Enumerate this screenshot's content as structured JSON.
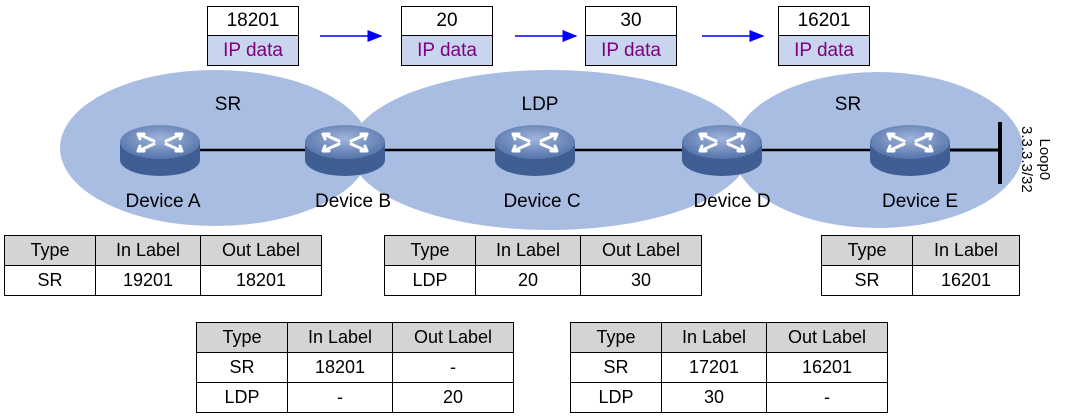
{
  "domains": [
    {
      "id": "left",
      "label": "SR"
    },
    {
      "id": "middle",
      "label": "LDP"
    },
    {
      "id": "right",
      "label": "SR"
    }
  ],
  "devices": [
    {
      "id": "a",
      "label": "Device A"
    },
    {
      "id": "b",
      "label": "Device B"
    },
    {
      "id": "c",
      "label": "Device C"
    },
    {
      "id": "d",
      "label": "Device D"
    },
    {
      "id": "e",
      "label": "Device E"
    }
  ],
  "loopback": {
    "name": "Loop0",
    "address": "3.3.3.3/32"
  },
  "packets": [
    {
      "label": "18201",
      "payload": "IP data"
    },
    {
      "label": "20",
      "payload": "IP data"
    },
    {
      "label": "30",
      "payload": "IP data"
    },
    {
      "label": "16201",
      "payload": "IP data"
    }
  ],
  "tables": {
    "device_a": {
      "headers": [
        "Type",
        "In Label",
        "Out Label"
      ],
      "rows": [
        [
          "SR",
          "19201",
          "18201"
        ]
      ]
    },
    "device_b": {
      "headers": [
        "Type",
        "In Label",
        "Out Label"
      ],
      "rows": [
        [
          "SR",
          "18201",
          "-"
        ],
        [
          "LDP",
          "-",
          "20"
        ]
      ]
    },
    "device_c": {
      "headers": [
        "Type",
        "In Label",
        "Out Label"
      ],
      "rows": [
        [
          "LDP",
          "20",
          "30"
        ]
      ]
    },
    "device_d": {
      "headers": [
        "Type",
        "In Label",
        "Out Label"
      ],
      "rows": [
        [
          "SR",
          "17201",
          "16201"
        ],
        [
          "LDP",
          "30",
          "-"
        ]
      ]
    },
    "device_e": {
      "headers": [
        "Type",
        "In Label"
      ],
      "rows": [
        [
          "SR",
          "16201"
        ]
      ]
    }
  },
  "colors": {
    "domain_fill": "#a9bde2",
    "router_body": "#4f6fa3",
    "router_top": "#8ea6d1",
    "payload_fill": "#c9d4ee",
    "payload_text": "#800080",
    "arrow": "#0000ff",
    "header_fill": "#d4d4d4"
  }
}
